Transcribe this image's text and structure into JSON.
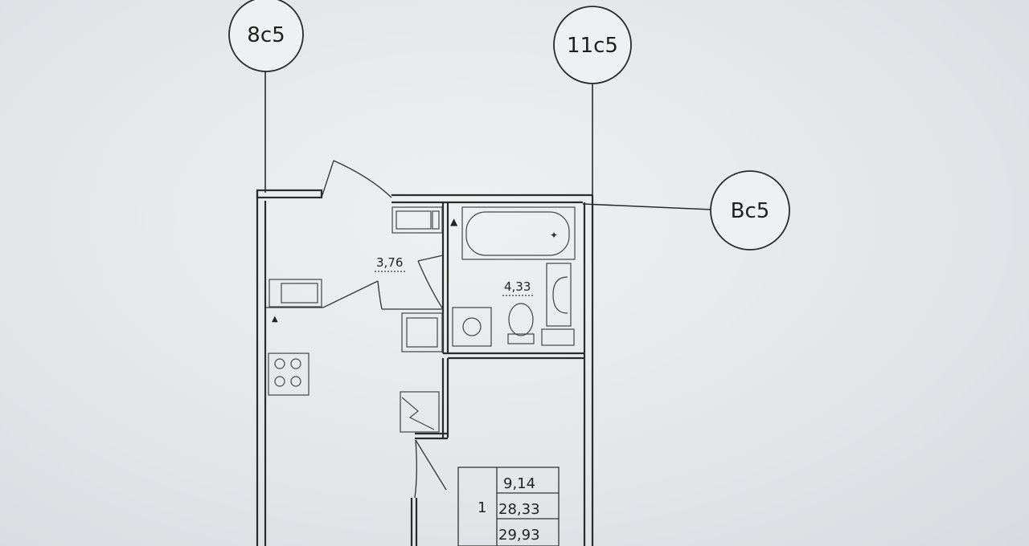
{
  "axes": {
    "axis_8c5": "8с5",
    "axis_11c5": "11с5",
    "axis_bc5": "Вс5"
  },
  "rooms": {
    "hall_area": "3,76",
    "bathroom_area": "4,33"
  },
  "area_table": {
    "room_number": "1",
    "living_area": "9,14",
    "total_area": "28,33",
    "total_with_balcony": "29,93"
  }
}
